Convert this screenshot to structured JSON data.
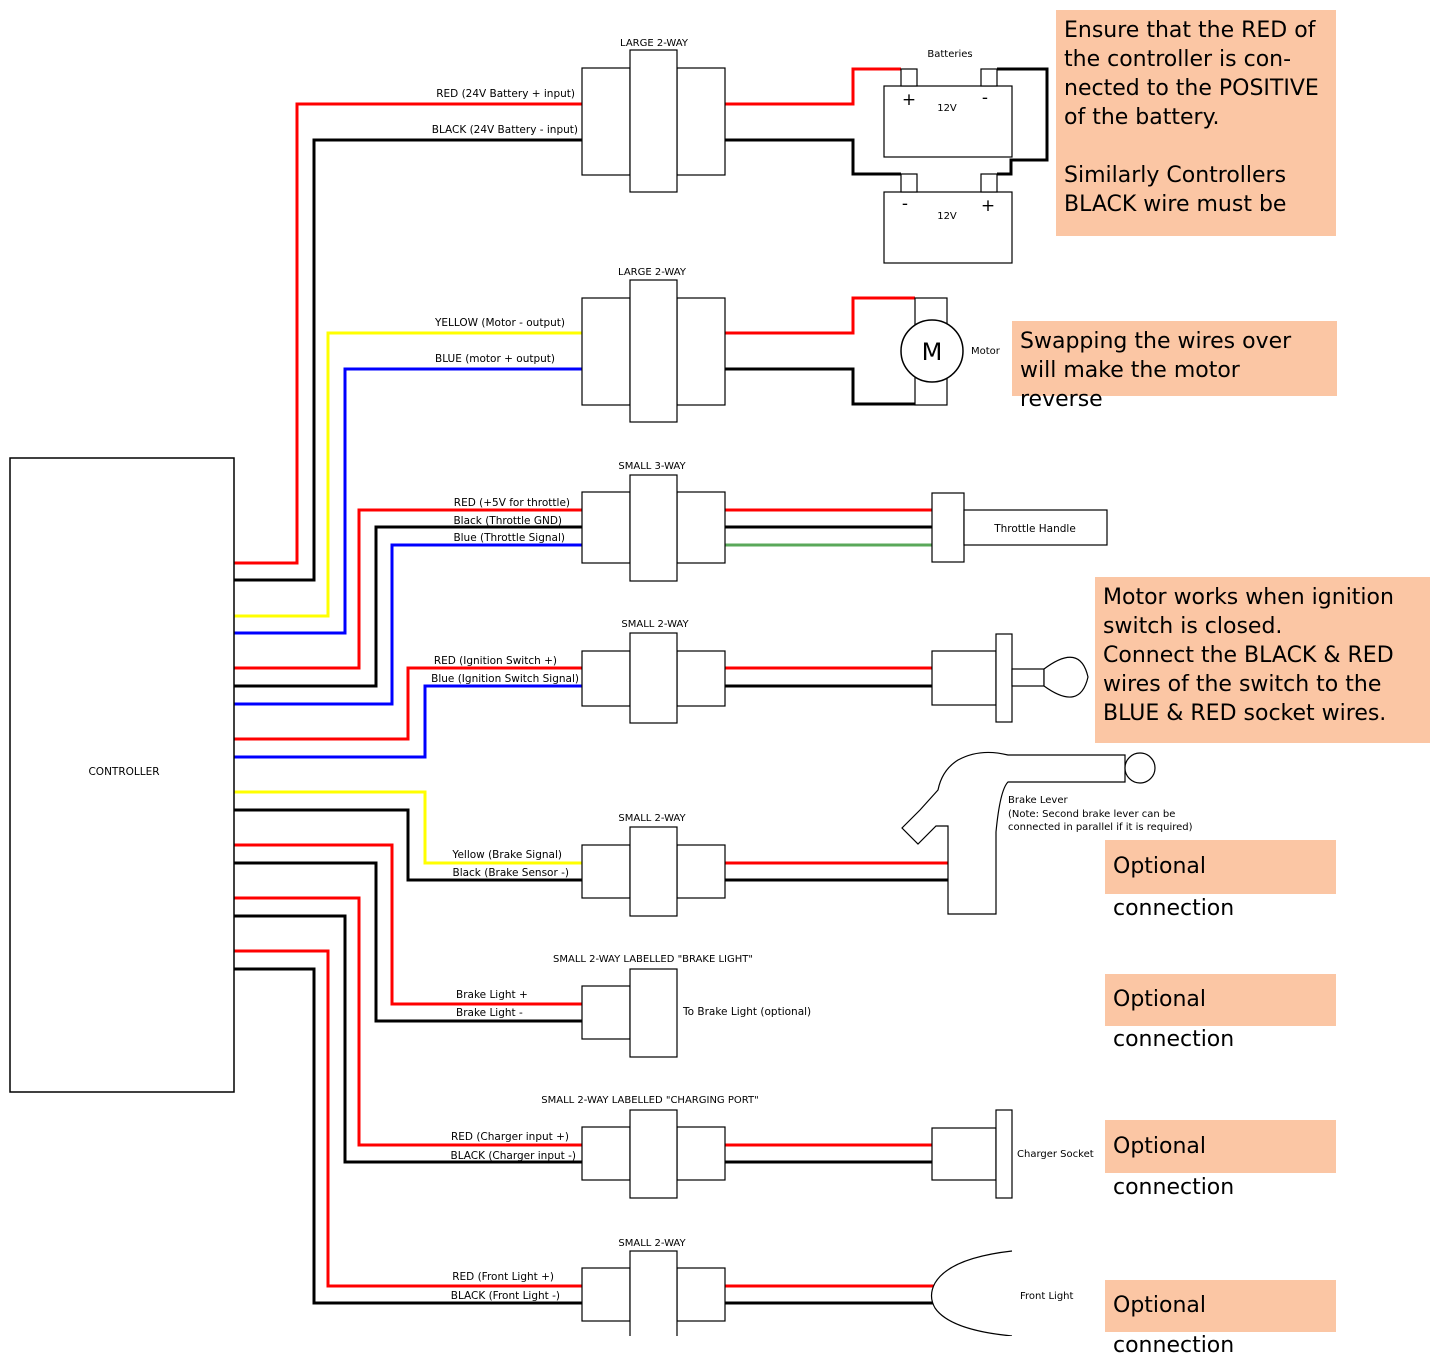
{
  "controller": {
    "label": "CONTROLLER"
  },
  "connectors": {
    "battery": "LARGE 2-WAY",
    "motor": "LARGE 2-WAY",
    "throttle": "SMALL 3-WAY",
    "ignition": "SMALL 2-WAY",
    "brake": "SMALL 2-WAY",
    "brake_light": "SMALL 2-WAY LABELLED \"BRAKE LIGHT\"",
    "charging": "SMALL 2-WAY LABELLED \"CHARGING PORT\"",
    "front_light": "SMALL 2-WAY"
  },
  "wire_labels": {
    "battery_red": "RED (24V Battery + input)",
    "battery_black": "BLACK (24V Battery - input)",
    "motor_yellow": "YELLOW (Motor - output)",
    "motor_blue": "BLUE (motor + output)",
    "throttle_red": "RED (+5V for throttle)",
    "throttle_black": "Black (Throttle GND)",
    "throttle_blue": "Blue (Throttle Signal)",
    "ignition_red": "RED (Ignition Switch +)",
    "ignition_blue": "Blue (Ignition Switch Signal)",
    "brake_yellow": "Yellow (Brake Signal)",
    "brake_black": "Black (Brake Sensor -)",
    "brakelight_plus": "Brake Light +",
    "brakelight_minus": "Brake Light -",
    "charger_red": "RED (Charger input +)",
    "charger_black": "BLACK (Charger input -)",
    "front_red": "RED (Front Light +)",
    "front_black": "BLACK (Front Light -)"
  },
  "components": {
    "batteries": "Batteries",
    "battery_voltage": "12V",
    "battery_voltage_2": "12V",
    "plus": "+",
    "minus": "-",
    "motor_symbol": "M",
    "motor": "Motor",
    "throttle_handle": "Throttle Handle",
    "brake_lever": "Brake Lever",
    "brake_lever_note_1": "(Note: Second brake lever can be",
    "brake_lever_note_2": "connected in parallel if it is required)",
    "to_brake_light": "To Brake Light (optional)",
    "charger_socket": "Charger Socket",
    "front_light": "Front Light"
  },
  "notes": {
    "battery": "Ensure  that the RED of the controller is con-nected to the POSITIVE of the battery.\n\nSimilarly Controllers BLACK wire must be",
    "motor": "Swapping the wires over will make the motor reverse",
    "ignition": "Motor works when ignition switch is closed.\nConnect the BLACK & RED wires of the switch to the BLUE & RED socket wires.",
    "optional_brake": "Optional connection",
    "optional_brake_light": "Optional connection",
    "optional_charger": "Optional connection",
    "optional_front_light": "Optional connection"
  },
  "colors": {
    "red": "#ff0000",
    "black": "#000000",
    "yellow": "#ffff00",
    "blue": "#0000ff",
    "green": "#5aa85a",
    "note_bg": "#fbc6a4"
  }
}
